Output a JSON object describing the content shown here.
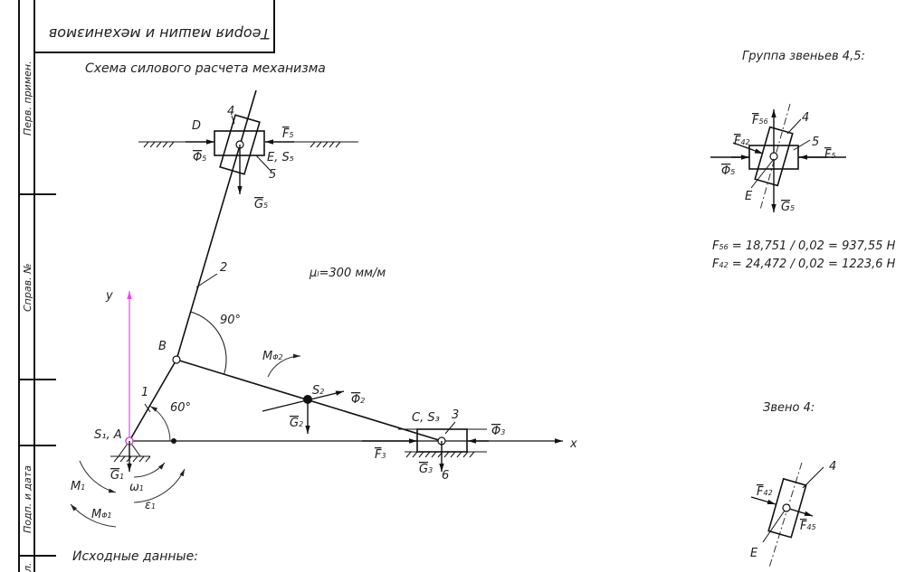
{
  "title_block": "Теория машин и механизмов",
  "subtitle": "Схема силового расчета механизма",
  "sidebar": [
    "Перв. примен.",
    "Справ. №",
    "Подп. и дата",
    "л."
  ],
  "scale": {
    "mu": "μ",
    "sub": "l",
    "rest": "=300 мм/м"
  },
  "angles": {
    "a90": "90°",
    "a60": "60°"
  },
  "axes": {
    "x": "x",
    "y": "y"
  },
  "points": {
    "D": "D",
    "B": "B",
    "A": "S₁, A",
    "C": "C, S₃",
    "E_S5": "E, S₅",
    "S2": "S",
    "S2sub": "2",
    "E": "E"
  },
  "links": {
    "l1": "1",
    "l2": "2",
    "l3": "3",
    "l4": "4",
    "l5": "5",
    "l6": "6"
  },
  "forces": {
    "F": "F",
    "Phi": "Φ",
    "G": "G",
    "M": "M",
    "omega": "ω",
    "eps": "ε",
    "s5": "5",
    "s3": "3",
    "s2": "2",
    "s1": "1",
    "s56": "56",
    "s42": "42",
    "s45": "45",
    "sPhi1": "Φ1",
    "sPhi2": "Φ2"
  },
  "initial_data": "Исходные данные:",
  "group45": {
    "title": "Группа звеньев 4,5:",
    "formula1": {
      "lhs": "F",
      "sub": "56",
      "rhs": " = 18,751 / 0,02 = 937,55  Н"
    },
    "formula2": {
      "lhs": "F",
      "sub": "42",
      "rhs": " = 24,472 / 0,02 = 1223,6 Н"
    }
  },
  "link4": {
    "title": "Звено 4:"
  },
  "colors": {
    "y_axis": "#ee44ee",
    "line": "#111111"
  }
}
